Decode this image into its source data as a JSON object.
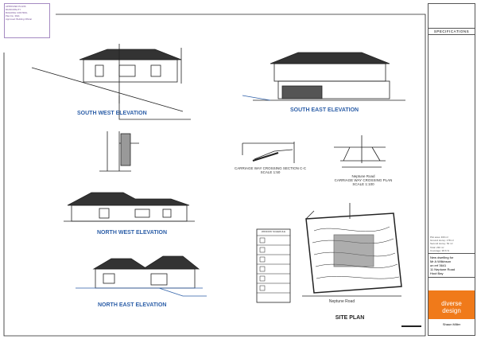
{
  "stamp": {
    "lines": [
      "APPROVED PLANS",
      "MUNICIPALITY",
      "BUILDING CONTROL",
      "Plan No. 3641",
      "Approved: Building Official"
    ]
  },
  "drawings": {
    "sw_elevation": "SOUTH  WEST ELEVATION",
    "se_elevation": "SOUTH  EAST ELEVATION",
    "nw_elevation": "NORTH  WEST ELEVATION",
    "ne_elevation": "NORTH  EAST ELEVATION",
    "crossing_section": "CARRIAGE WAY CROSSING SECTION C-C",
    "crossing_section_scale": "SCALE 1:50",
    "crossing_plan_road": "Neptune Road",
    "crossing_plan": "CARRIAGE WAY CROSSING PLAN",
    "crossing_plan_scale": "SCALE 1:100",
    "site_road": "Neptune Road",
    "site_plan": "SITE PLAN",
    "legend_title": "WINDOW SCHEDULE"
  },
  "title_block": {
    "specifications": "SPECIFICATIONS",
    "areas": [
      "Plot area: 460 m²",
      "Ground storey: 178 m²",
      "Second storey: 52 m²",
      "Total: 230 m²",
      "Coverage: 38.6 %"
    ],
    "project": [
      "New dwelling for",
      "Mr A Wilkinson",
      "on erf 3641",
      "11 Neptune Road",
      "Hout Bay"
    ],
    "firm_line1": "diverse",
    "firm_line2": "design",
    "designer": "Shaun Miller"
  }
}
